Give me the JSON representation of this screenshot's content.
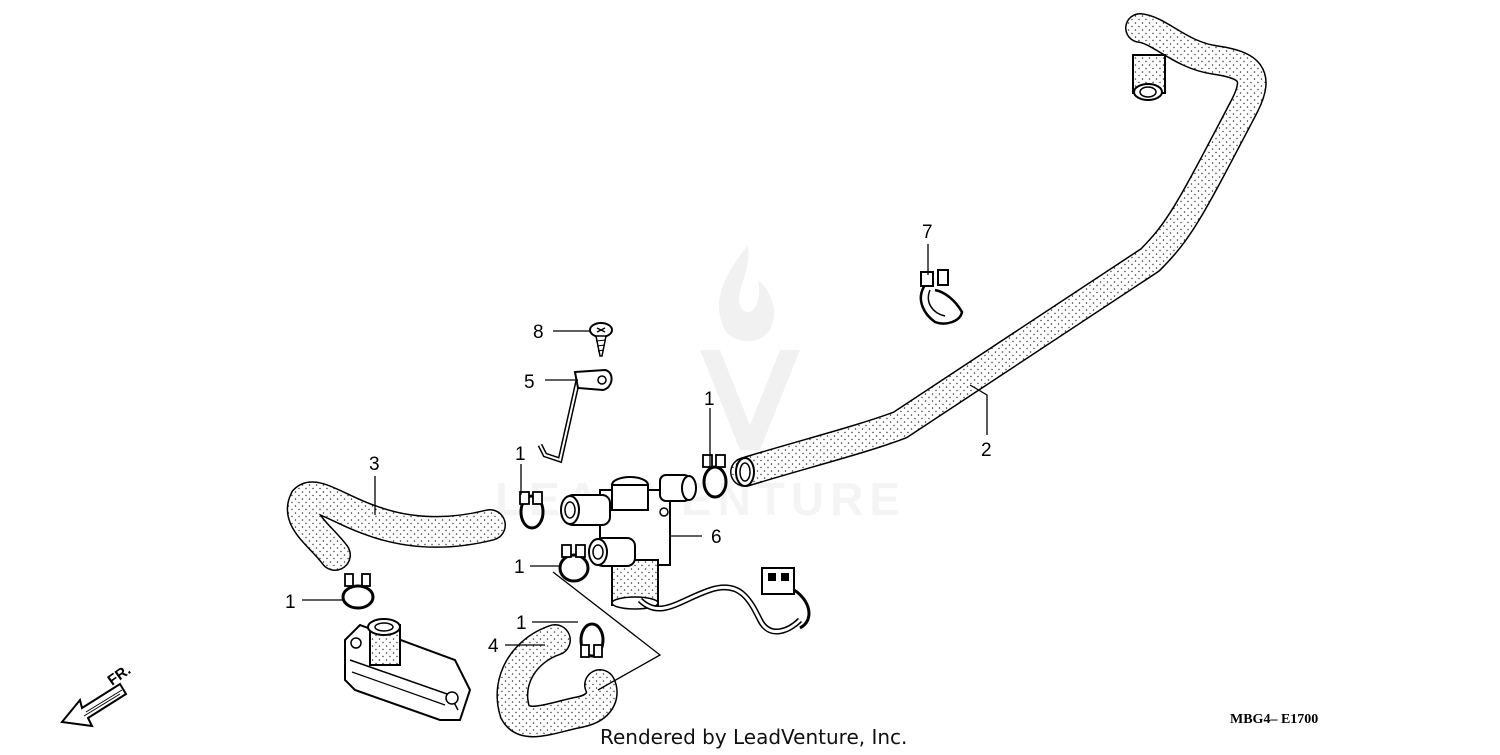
{
  "callouts": {
    "c1a": "1",
    "c1b": "1",
    "c1c": "1",
    "c1d": "1",
    "c1e": "1",
    "c2": "2",
    "c3": "3",
    "c4": "4",
    "c5": "5",
    "c6": "6",
    "c7": "7",
    "c8": "8"
  },
  "direction_label": "FR.",
  "diagram_code": "MBG4– E1700",
  "credit": "Rendered by LeadVenture, Inc.",
  "watermark": "LEADVENTURE"
}
